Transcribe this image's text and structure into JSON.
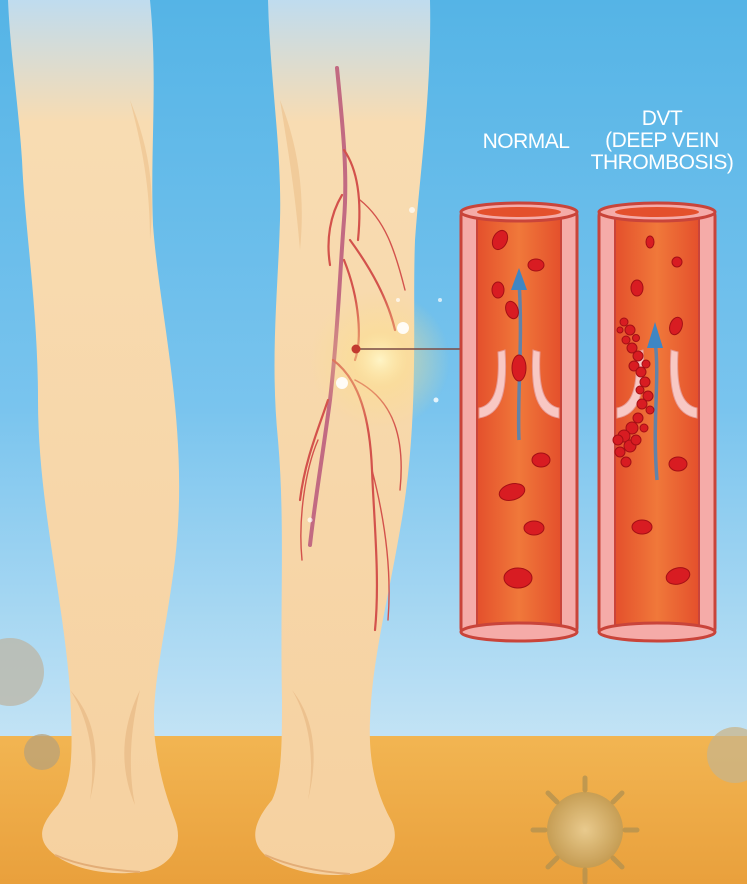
{
  "labels": {
    "normal": "NORMAL",
    "dvt_line1": "DVT",
    "dvt_line2": "(DEEP VEIN",
    "dvt_line3": "THROMBOSIS)"
  },
  "colors": {
    "sky_top": "#5bb8e8",
    "sky_bottom": "#b9def4",
    "ground": "#f0b04a",
    "skin": "#f8d6a6",
    "vein_line": "#d4504a",
    "vessel_wall": "#f4a9a6",
    "blood": "#ec6a34",
    "red_cell": "#d81c22",
    "flow_arrow": "#3f86c4"
  }
}
